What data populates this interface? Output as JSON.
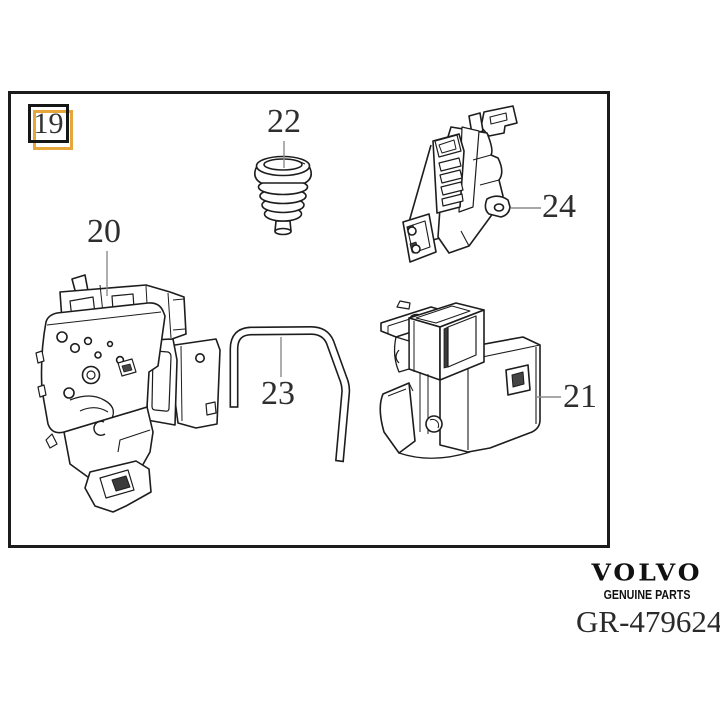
{
  "diagram": {
    "selected_group": {
      "label": "19",
      "highlight_color": "#e7a63b"
    },
    "callouts": [
      {
        "label": "20"
      },
      {
        "label": "21"
      },
      {
        "label": "22"
      },
      {
        "label": "23"
      },
      {
        "label": "24"
      }
    ]
  },
  "branding": {
    "logo_text": "VOLVO",
    "tagline": "GENUINE PARTS",
    "document_code": "GR-479624"
  },
  "colors": {
    "line": "#1d1d1d",
    "leader_line": "#8b8b8b",
    "highlight": "#e7a63b",
    "label_text": "#2e2e2e",
    "frame": "#1c1c1c"
  }
}
